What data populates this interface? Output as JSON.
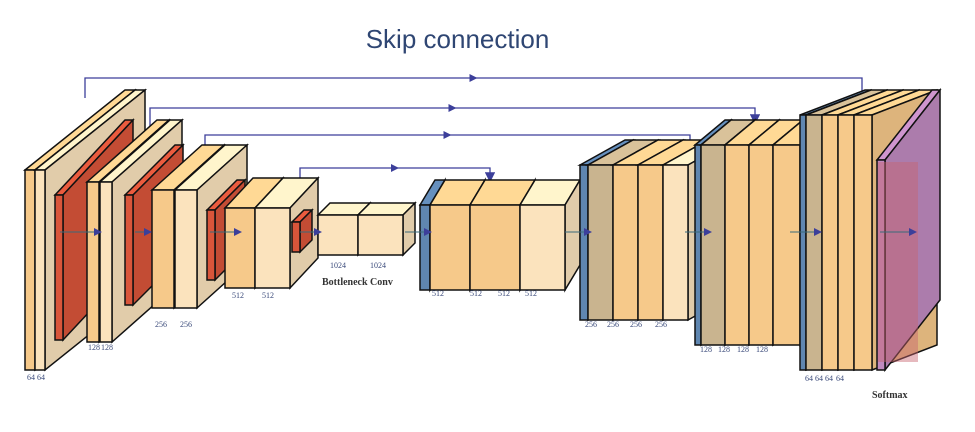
{
  "title": "Skip connection",
  "colors": {
    "slab": "#f6c98a",
    "slab_light": "#fbe3bd",
    "conv_red": "#d9553a",
    "decoder_blue": "#5f86b0",
    "softmax": "#c08ac0",
    "arrow": "#3c3f9a"
  },
  "encoder_labels": [
    [
      "64",
      "64"
    ],
    [
      "128",
      "128"
    ],
    [
      "256",
      "256"
    ],
    [
      "512",
      "512"
    ]
  ],
  "bottleneck": {
    "labels": [
      "1024",
      "1024"
    ],
    "caption": "Bottleneck Conv"
  },
  "decoder_labels": [
    [
      "512",
      "512",
      "512",
      "512"
    ],
    [
      "256",
      "256",
      "256",
      "256"
    ],
    [
      "128",
      "128",
      "128",
      "128"
    ],
    [
      "64",
      "64",
      "64",
      "64"
    ]
  ],
  "output_caption": "Softmax"
}
